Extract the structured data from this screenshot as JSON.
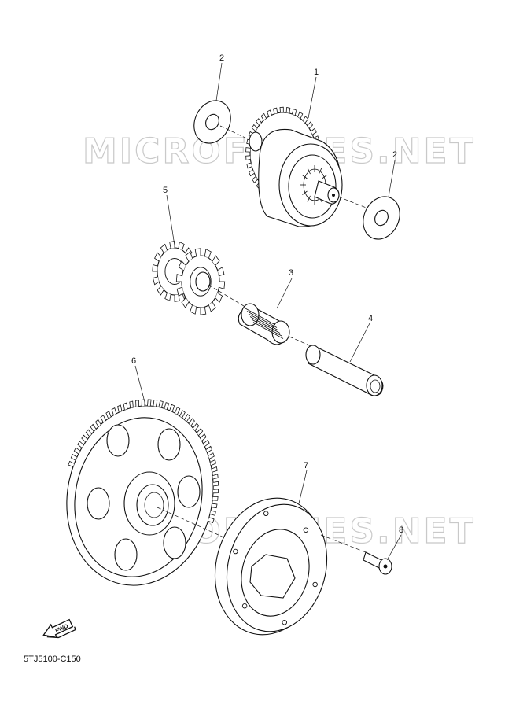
{
  "watermark": {
    "text_top": "MICROFICHES.NET",
    "text_bottom": "MICROFICHES.NET"
  },
  "callouts": {
    "c1": "1",
    "c2a": "2",
    "c2b": "2",
    "c3": "3",
    "c4": "4",
    "c5": "5",
    "c6": "6",
    "c7": "7",
    "c8": "8"
  },
  "fwd_label": "FWD",
  "part_code": "5TJ5100-C150",
  "icons": {
    "fwd": "fwd-arrow-icon"
  }
}
